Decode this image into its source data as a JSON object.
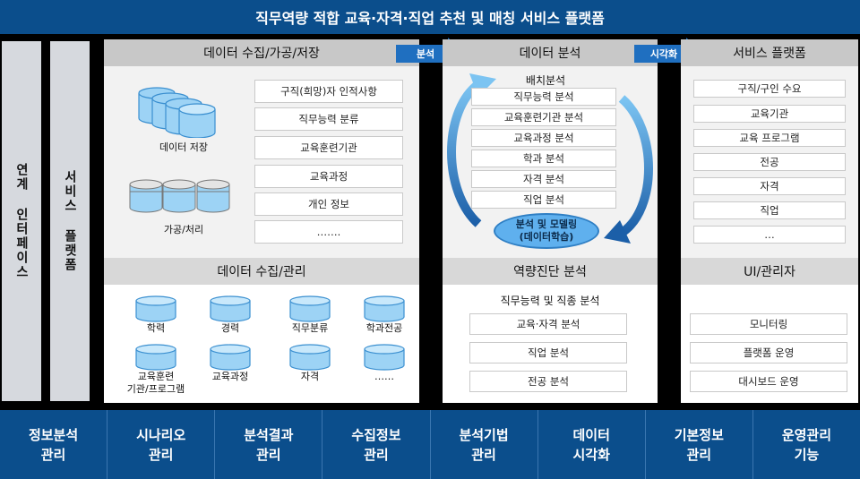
{
  "title": "직무역량 적합 교육·자격·직업 추천 및 매칭 서비스 플랫폼",
  "left_cols": [
    "연계 인터페이스",
    "서비스 플랫폼"
  ],
  "data_section": {
    "header": "데이터 수집/가공/저장",
    "storage_label": "데이터 저장",
    "process_label": "가공/처리",
    "items": [
      "구직(희망)자 인적사항",
      "직무능력 분류",
      "교육훈련기관",
      "교육과정",
      "개인 정보",
      "……."
    ],
    "sub_header": "데이터 수집/관리",
    "cylinders": [
      "학력",
      "경력",
      "직무분류",
      "학과전공",
      "교육훈련\n기관/프로그램",
      "교육과정",
      "자격",
      "……"
    ]
  },
  "arrow1": "분석",
  "arrow2": "시각화",
  "analysis": {
    "header": "데이터 분석",
    "batch_label": "배치분석",
    "items": [
      "직무능력 분석",
      "교육훈련기관 분석",
      "교육과정 분석",
      "학과 분석",
      "자격 분석",
      "직업 분석"
    ],
    "oval_line1": "분석 및 모델링",
    "oval_line2": "(데이터학습)",
    "sub_header": "역량진단 분석",
    "sub_title": "직무능력 및 직종 분석",
    "sub_items": [
      "교육·자격 분석",
      "직업 분석",
      "전공 분석"
    ]
  },
  "service": {
    "header": "서비스 플랫폼",
    "items": [
      "구직/구인 수요",
      "교육기관",
      "교육 프로그램",
      "전공",
      "자격",
      "직업",
      "…"
    ],
    "sub_header": "UI/관리자",
    "sub_items": [
      "모니터링",
      "플랫폼 운영",
      "대시보드 운영"
    ]
  },
  "bottom": [
    "정보분석\n관리",
    "시나리오\n관리",
    "분석결과\n관리",
    "수집정보\n관리",
    "분석기법\n관리",
    "데이터\n시각화",
    "기본정보\n관리",
    "운영관리\n기능"
  ],
  "colors": {
    "navy": "#0b4e8c",
    "arrow": "#1f6fc0",
    "cylinder": "#9dd3f5"
  }
}
